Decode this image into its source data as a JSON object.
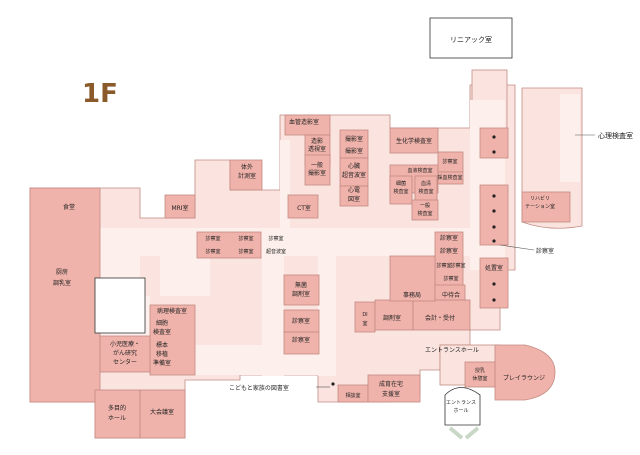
{
  "floor_label": "1F",
  "colors": {
    "background": "#ffffff",
    "floor": "#fbe4df",
    "corridor": "#fdf0ec",
    "room": "#f0b3ab",
    "outline": "#c28a82",
    "floor_label": "#8b5a2b",
    "text": "#222222"
  },
  "rooms": {
    "linac": "リニアック室",
    "psych_lab": "心理検査室",
    "angio": "血管造影室",
    "contrast_fluoro": [
      "造影",
      "透視室"
    ],
    "general_xray": [
      "一般",
      "撮影室"
    ],
    "radio_a": "撮影室",
    "radio_b": "撮影室",
    "cardiac_echo": [
      "心臓",
      "超音波室"
    ],
    "ecg": [
      "心電",
      "図室"
    ],
    "biochem": "生化学検査室",
    "blood_lab": "血液検査室",
    "bacteria_lab": [
      "細菌",
      "検査室"
    ],
    "serum_lab": [
      "血清",
      "検査室"
    ],
    "general_lab": [
      "一般",
      "検査室"
    ],
    "exam_right_top": "診察室",
    "small_lab": "採血検査室",
    "external_meas": [
      "体外",
      "計測室"
    ],
    "ct": "CT室",
    "mri": "MRI室",
    "cafeteria": "食堂",
    "kitchen": [
      "厨房",
      "調乳室"
    ],
    "exam_mid_1": "診察室",
    "exam_mid_2": "診察室",
    "exam_mid_3": "診察室",
    "exam_mid_4": "診察室",
    "exam_mid_5": "診察室",
    "ultrasound": "超音波室",
    "rehab": [
      "リハビリ",
      "テーション室"
    ],
    "exam_right_corridor": "診察室",
    "treatment": "処置室",
    "exam_right_1": "診察室",
    "exam_right_2": "診察室",
    "exam_right_3": "診察室",
    "exam_right_4": "診察室",
    "exam_right_5": "診察室",
    "aseptic": [
      "無菌",
      "調剤室"
    ],
    "exam_c1": "診察室",
    "exam_c2": "診察室",
    "office": "事務局",
    "waiting": "中待合",
    "di": [
      "DI",
      "室"
    ],
    "dispensing": "調剤室",
    "accounting": "会計・受付",
    "pathology": "病理検査室",
    "cell_lab": [
      "細胞",
      "検査室"
    ],
    "specimen_prep": [
      "標本",
      "移植",
      "準備室"
    ],
    "pediatric_cancer": [
      "小児医療・",
      "がん研究",
      "センター"
    ],
    "multipurpose": [
      "多目的",
      "ホール"
    ],
    "conference": "大会議室",
    "library": "こどもと家族の図書室",
    "consultation": "相談室",
    "home_care": [
      "成育在宅",
      "支援室"
    ],
    "entrance_hall": "エントランスホール",
    "entrance_hall_lower": [
      "エントランス",
      "ホール"
    ],
    "nursing": [
      "授乳",
      "休憩室"
    ],
    "playroom": "プレイラウンジ"
  }
}
